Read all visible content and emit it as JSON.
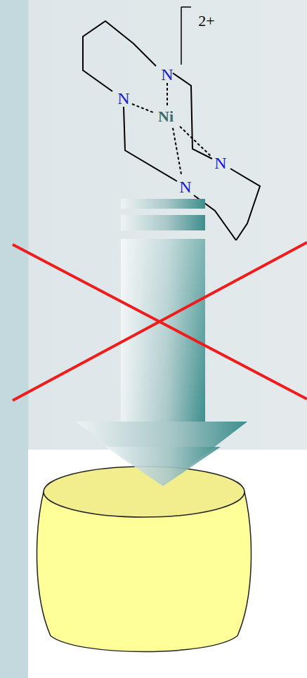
{
  "diagram": {
    "labels": [
      "N",
      "N",
      "Ni",
      "N",
      "N",
      "2+"
    ]
  }
}
